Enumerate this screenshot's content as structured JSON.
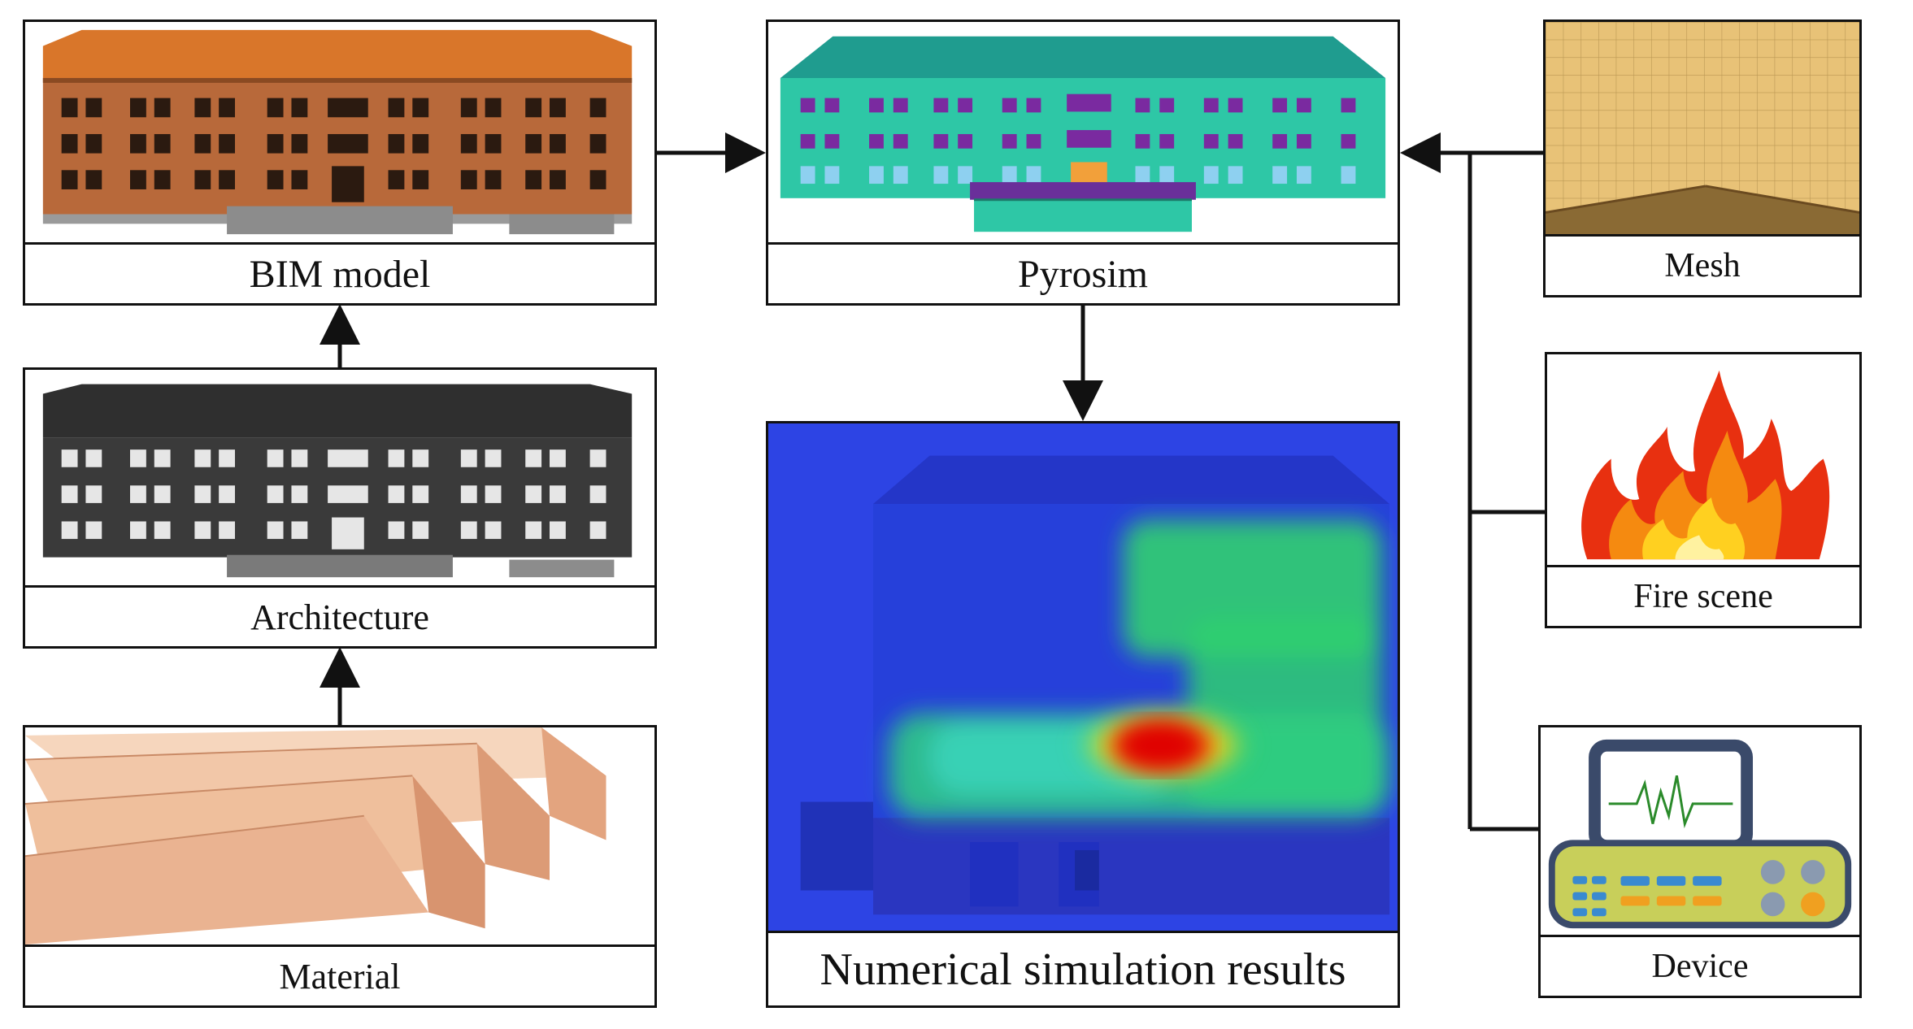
{
  "nodes": {
    "bim_model": {
      "label": "BIM model"
    },
    "architecture": {
      "label": "Architecture"
    },
    "material": {
      "label": "Material"
    },
    "pyrosim": {
      "label": "Pyrosim"
    },
    "results": {
      "label": "Numerical simulation results"
    },
    "mesh": {
      "label": "Mesh"
    },
    "fire_scene": {
      "label": "Fire scene"
    },
    "device": {
      "label": "Device"
    }
  },
  "colors": {
    "bim_facade": "#b8693a",
    "bim_roof": "#d9762a",
    "pyrosim_facade": "#2ec7a6",
    "pyrosim_roof": "#1f9c8f",
    "architecture_facade": "#3a3a3a",
    "wood": "#f2c7a8",
    "mesh": "#e8c277",
    "sim_background": "#2a3ddc"
  }
}
